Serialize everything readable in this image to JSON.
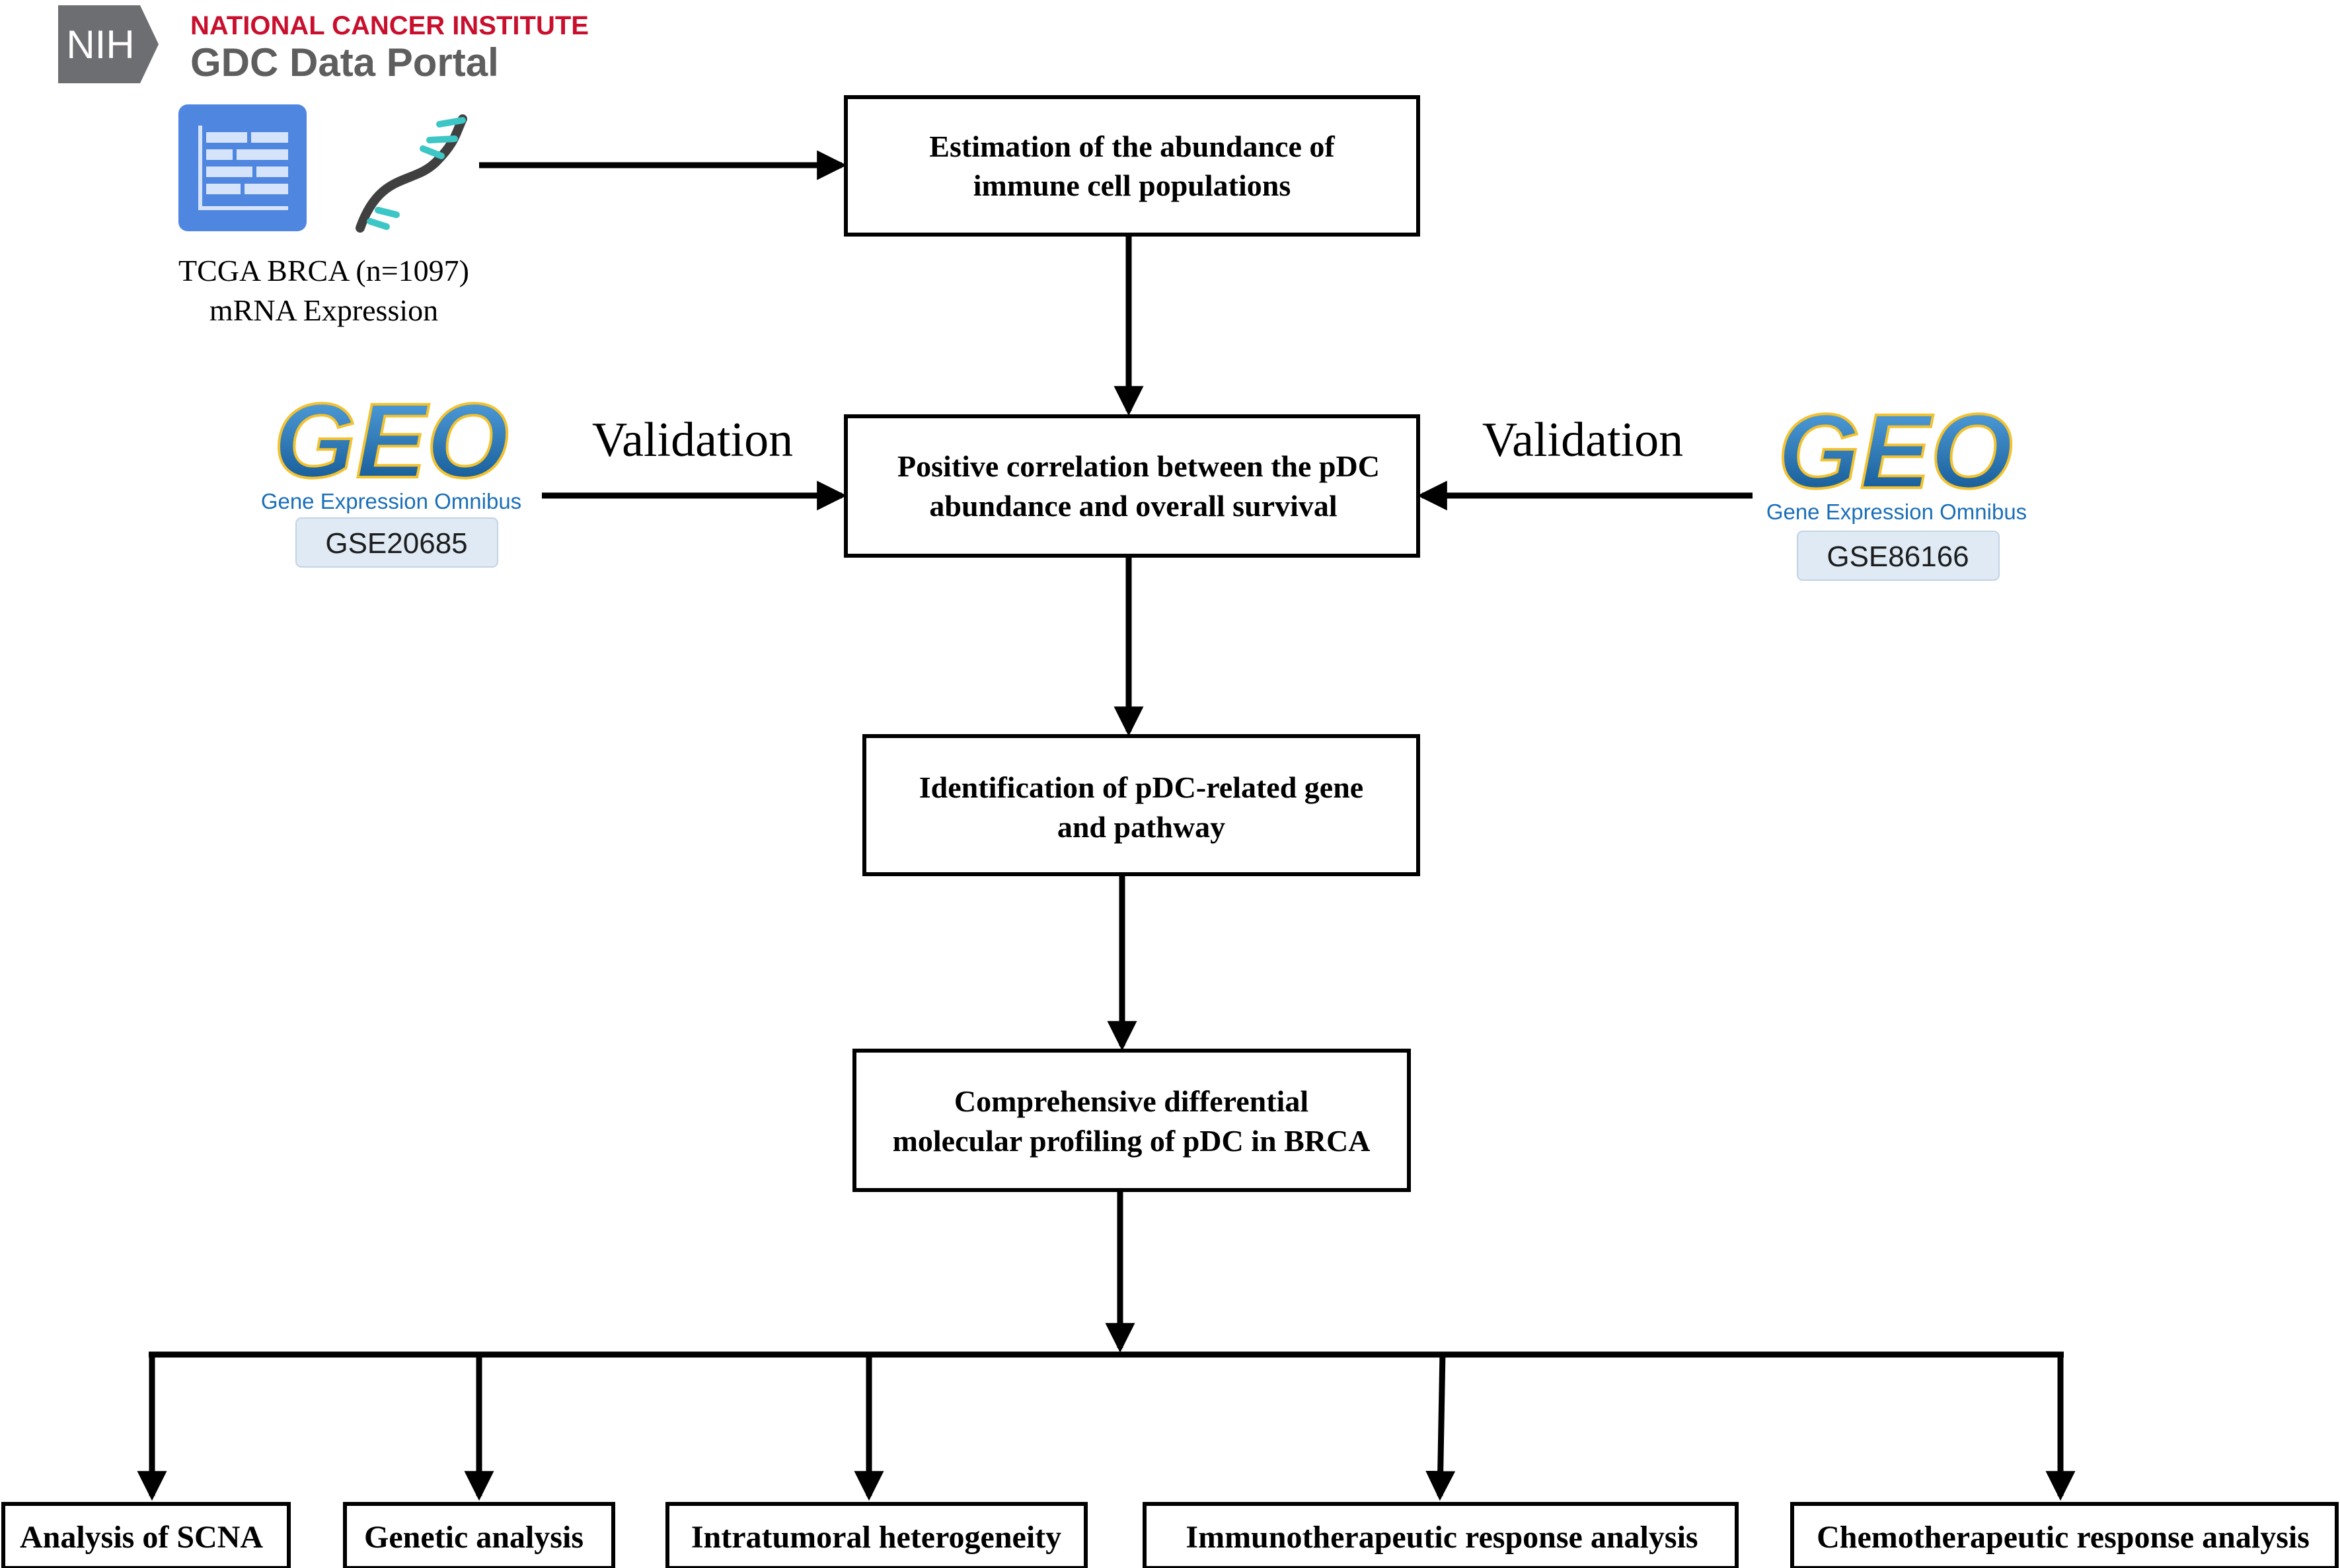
{
  "logo": {
    "nih": "NIH",
    "institute": "NATIONAL CANCER INSTITUTE",
    "portal": "GDC Data Portal",
    "colors": {
      "nih_bg": "#6d6e71",
      "institute": "#c8102e",
      "portal": "#5e5e5e"
    }
  },
  "source": {
    "line1": "TCGA BRCA (n=1097)",
    "line2": "mRNA Expression",
    "icons": [
      "table-icon",
      "dna-strand-icon"
    ]
  },
  "geo_left": {
    "logo_text": "GEO",
    "subtitle": "Gene Expression Omnibus",
    "dataset": "GSE20685"
  },
  "geo_right": {
    "logo_text": "GEO",
    "subtitle": "Gene Expression Omnibus",
    "dataset": "GSE86166"
  },
  "labels": {
    "validation_left": "Validation",
    "validation_right": "Validation"
  },
  "steps": [
    {
      "line1": "Estimation of the abundance of",
      "line2": "immune cell populations"
    },
    {
      "line1": "Positive correlation between the pDC",
      "line2": "abundance and  overall survival"
    },
    {
      "line1": "Identification of pDC-related gene",
      "line2": "and pathway"
    },
    {
      "line1": "Comprehensive differential",
      "line2": "molecular profiling of pDC in BRCA"
    }
  ],
  "analyses": [
    "Analysis of SCNA",
    "Genetic analysis",
    "Intratumoral heterogeneity",
    "Immunotherapeutic  response analysis",
    "Chemotherapeutic response analysis"
  ]
}
